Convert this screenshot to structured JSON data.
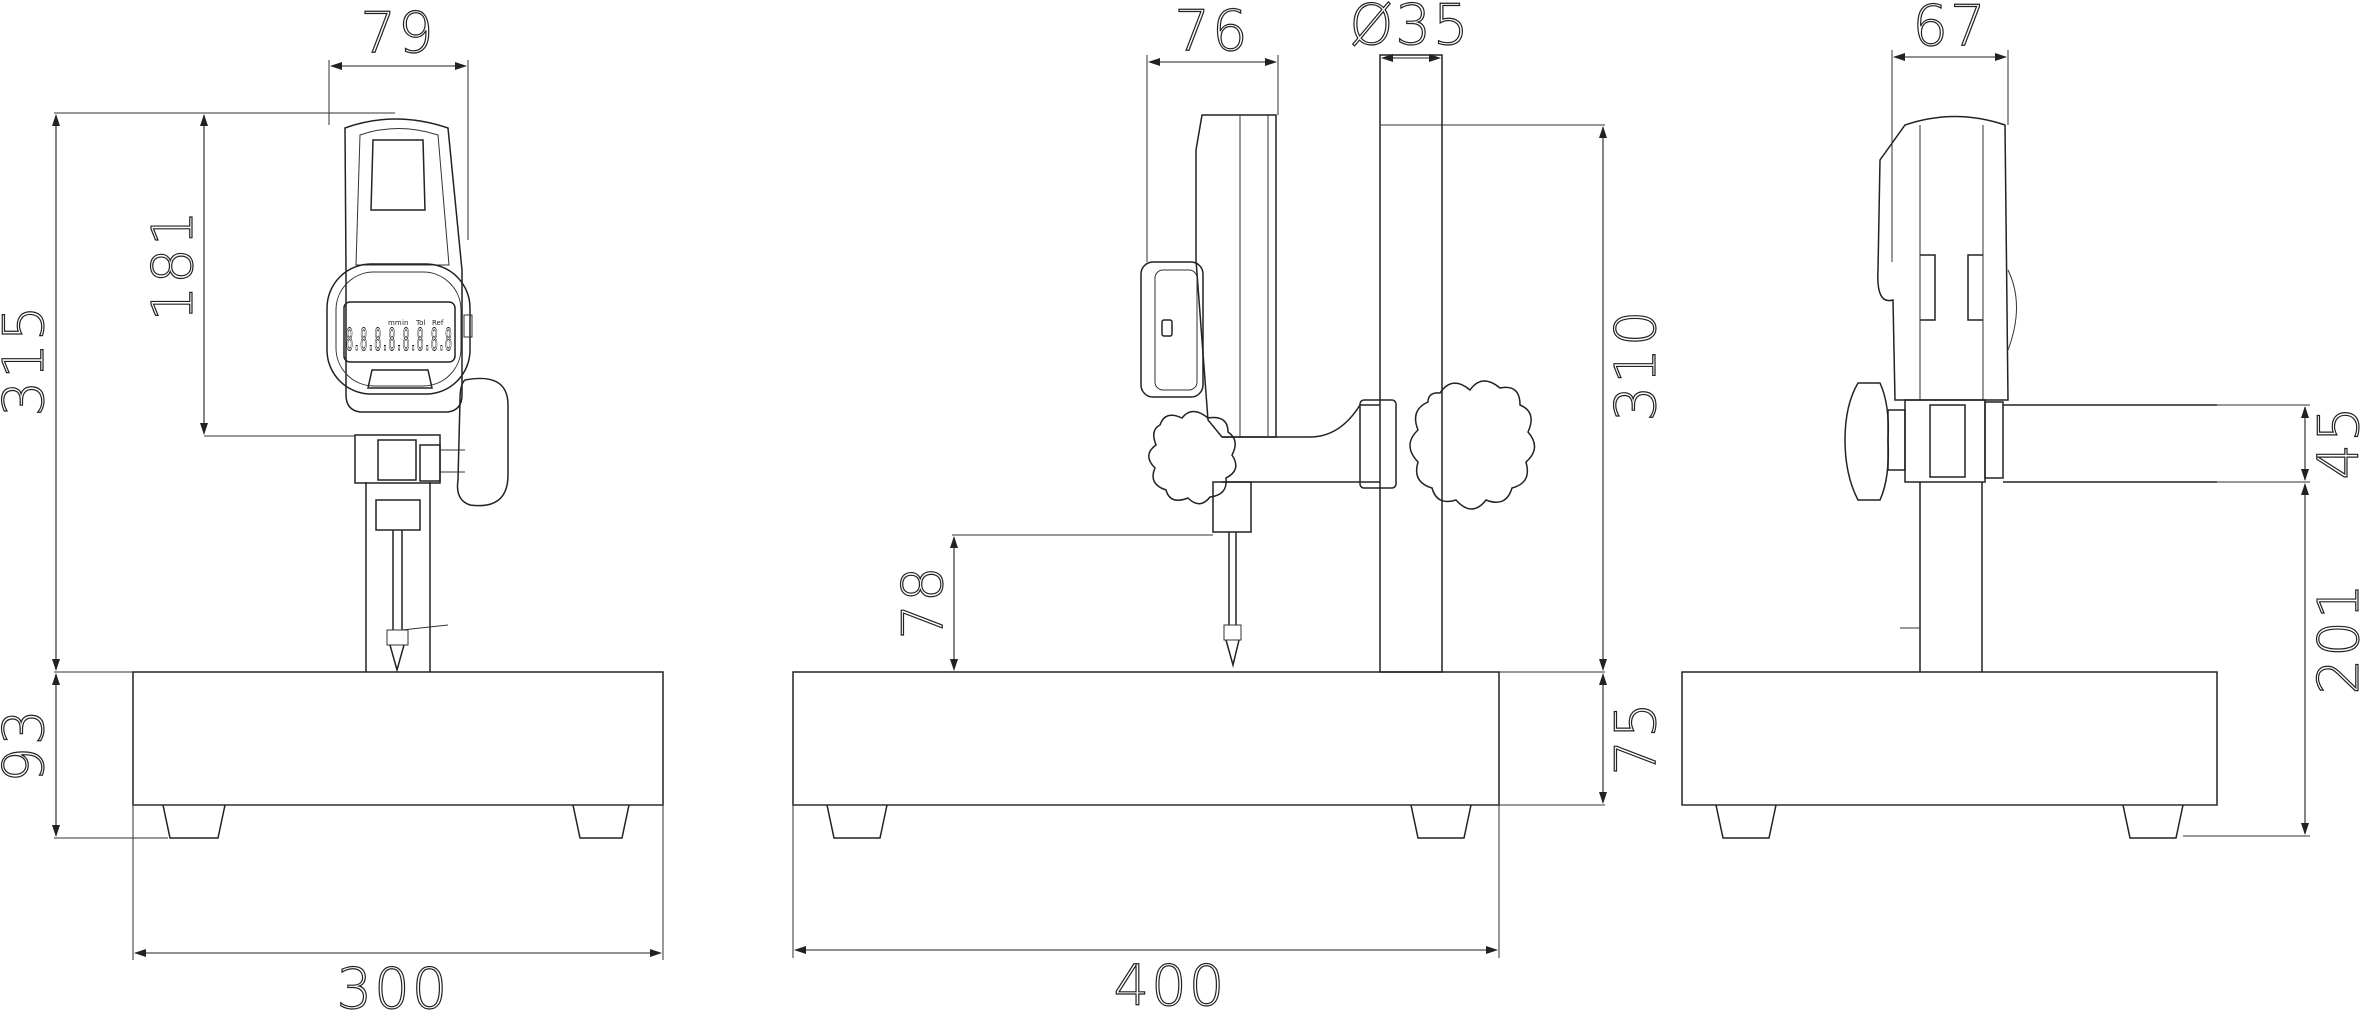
{
  "views": {
    "front": {
      "dim_width_top": "79",
      "dim_gauge_height": "181",
      "dim_total_height": "315",
      "dim_base_height": "93",
      "dim_base_width": "300",
      "display_readout": "8.8.8.8.8.8.8.8",
      "display_mode_labels": [
        "mm",
        "in",
        "Tol",
        "Ref"
      ]
    },
    "side": {
      "dim_gauge_width": "76",
      "dim_column_diameter": "Ø35",
      "dim_column_height": "310",
      "dim_probe_clearance": "78",
      "dim_base_height": "75",
      "dim_base_width": "400"
    },
    "rear": {
      "dim_width_top": "67",
      "dim_clamp_height": "45",
      "dim_clamp_clearance": "201"
    }
  }
}
